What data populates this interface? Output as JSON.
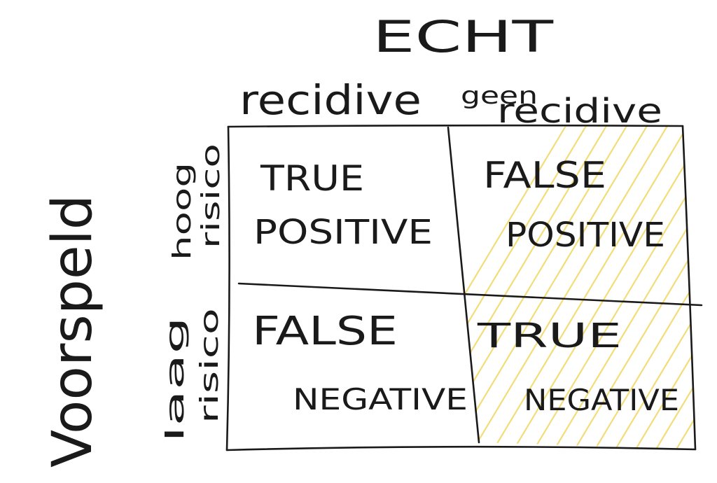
{
  "diagram": {
    "title": "ECHT",
    "column_headers": {
      "left": "recidive",
      "right_line1": "geen",
      "right_line2": "recidive"
    },
    "row_axis_label": "Voorspeld",
    "row_headers": {
      "top_line1": "hoog",
      "top_line2": "risico",
      "bottom_line1": "laag",
      "bottom_line2": "risico"
    },
    "cells": {
      "top_left": {
        "line1": "TRUE",
        "line2": "POSITIVE"
      },
      "top_right": {
        "line1": "FALSE",
        "line2": "POSITIVE"
      },
      "bottom_left": {
        "line1": "FALSE",
        "line2": "NEGATIVE"
      },
      "bottom_right": {
        "line1": "TRUE",
        "line2": "NEGATIVE"
      }
    },
    "colors": {
      "ink": "#1a1a1a",
      "hatch": "#f2dd7a",
      "background": "#ffffff"
    }
  }
}
